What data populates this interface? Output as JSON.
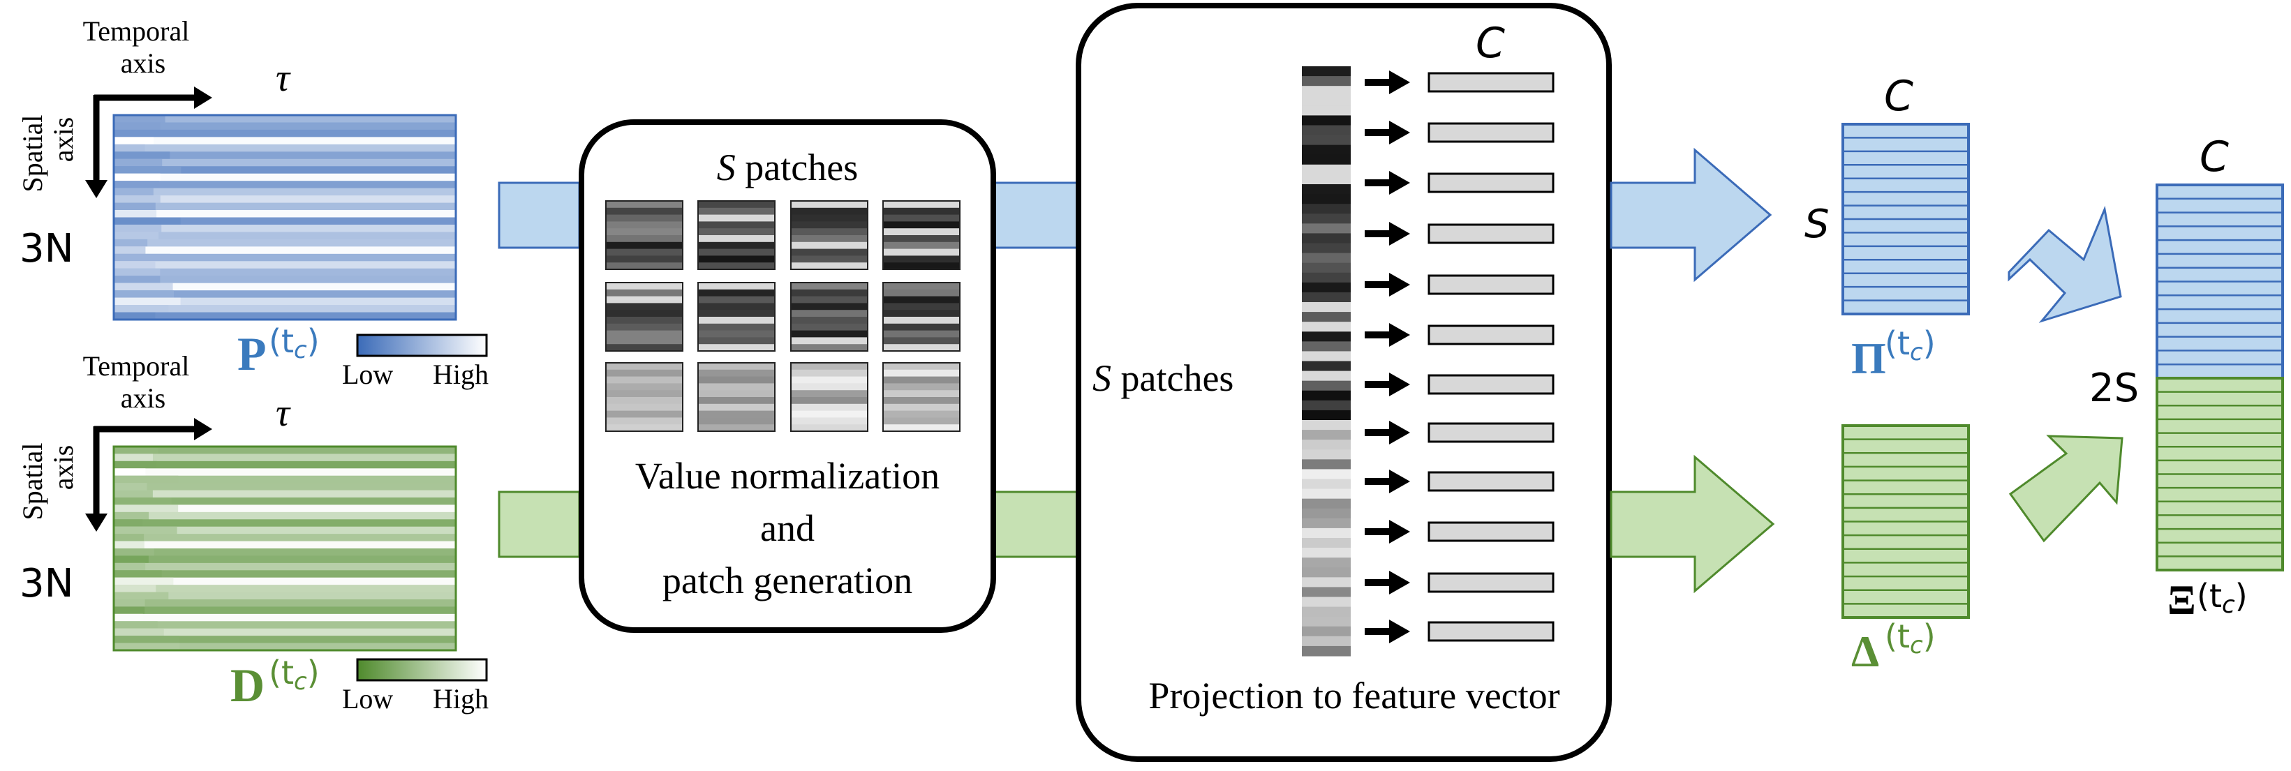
{
  "colors": {
    "blue_dark": "#3b6bb8",
    "blue_mid": "#5f8fd0",
    "blue_light": "#bcd7ef",
    "blue_label": "#3a7abd",
    "green_dark": "#4f8a2c",
    "green_light": "#c6e1b3",
    "green_label": "#5a8f35",
    "feature_gray": "#d8d8d8"
  },
  "left_panel": {
    "temporal_axis": [
      "Temporal",
      "axis"
    ],
    "spatial_axis": [
      "Spatial",
      "axis"
    ],
    "tau": "τ",
    "rows_label": "3N",
    "p_label": "P",
    "d_label": "D",
    "superscript": "(t",
    "superscript_sub": "c",
    "superscript_close": ")",
    "legend_low": "Low",
    "legend_high": "High"
  },
  "norm_box": {
    "s_var": "S",
    "patches_word": " patches",
    "caption_lines": [
      "Value normalization",
      "and",
      "patch generation"
    ]
  },
  "proj_box": {
    "c_label": "C",
    "s_var": "S",
    "patches_word": " patches",
    "caption": "Projection to feature vector"
  },
  "outputs": {
    "c_label": "C",
    "s_label": "S",
    "two_s_label": "2S",
    "pi_label": "Π",
    "delta_label": "Δ",
    "xi_label": "Ξ"
  }
}
